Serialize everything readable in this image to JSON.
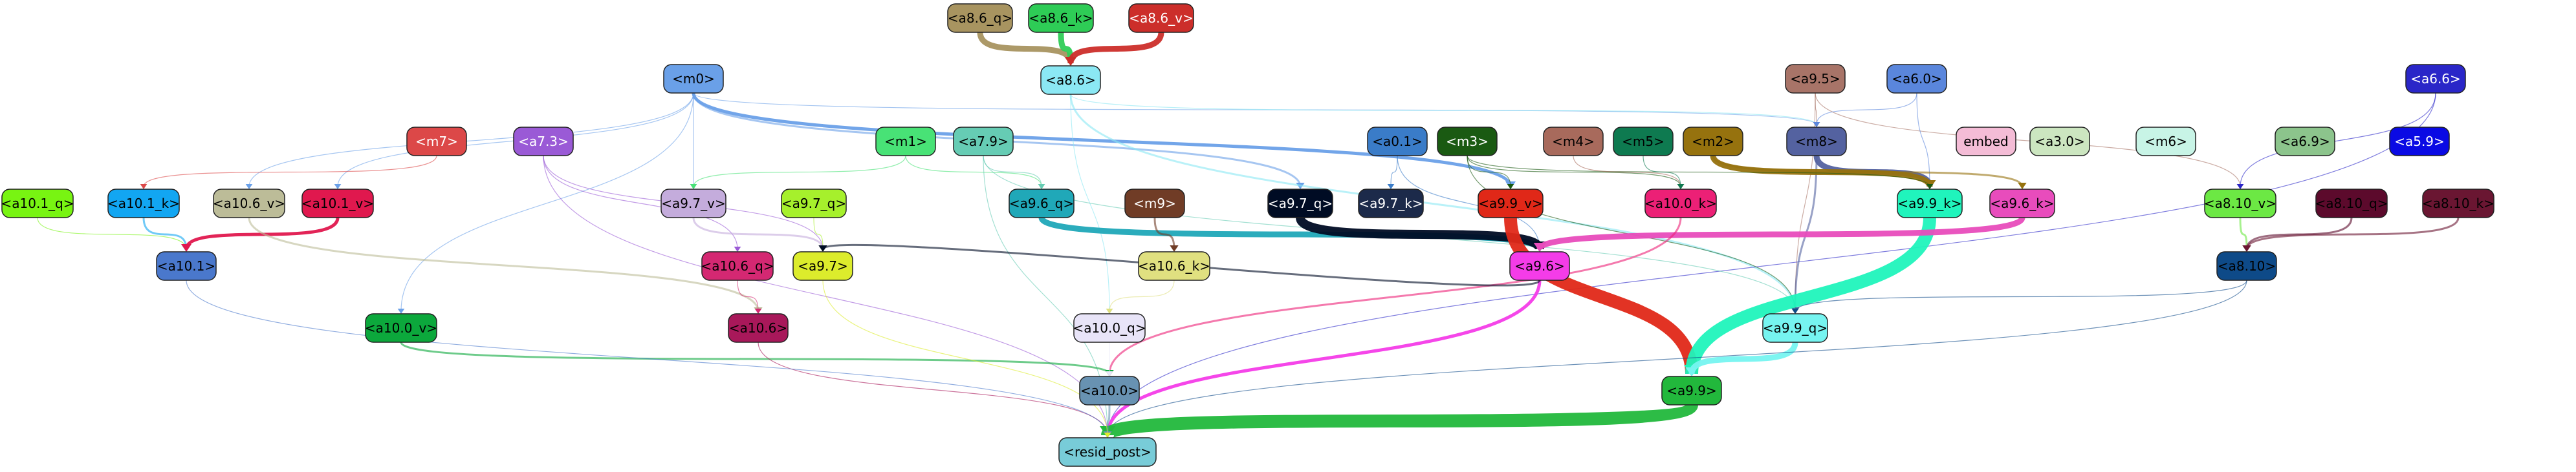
{
  "nodes": [
    {
      "id": "a8.6_q",
      "label": "<a8.6_q>",
      "fill": "#a89460",
      "text": "#000000"
    },
    {
      "id": "a8.6_k",
      "label": "<a8.6_k>",
      "fill": "#2ecc56",
      "text": "#000000"
    },
    {
      "id": "a8.6_v",
      "label": "<a8.6_v>",
      "fill": "#cc2e2a",
      "text": "#ffffff"
    },
    {
      "id": "a8.6",
      "label": "<a8.6>",
      "fill": "#8be8f4",
      "text": "#000000"
    },
    {
      "id": "m0",
      "label": "<m0>",
      "fill": "#6aa0e8",
      "text": "#000000"
    },
    {
      "id": "a9.5",
      "label": "<a9.5>",
      "fill": "#a87468",
      "text": "#000000"
    },
    {
      "id": "a6.0",
      "label": "<a6.0>",
      "fill": "#5a86dc",
      "text": "#000000"
    },
    {
      "id": "a6.6",
      "label": "<a6.6>",
      "fill": "#2a26c8",
      "text": "#ffffff"
    },
    {
      "id": "m7",
      "label": "<m7>",
      "fill": "#dc4848",
      "text": "#ffffff"
    },
    {
      "id": "a7.3",
      "label": "<a7.3>",
      "fill": "#9a5ad6",
      "text": "#ffffff"
    },
    {
      "id": "m1",
      "label": "<m1>",
      "fill": "#48e276",
      "text": "#000000"
    },
    {
      "id": "a7.9",
      "label": "<a7.9>",
      "fill": "#66ccb4",
      "text": "#000000"
    },
    {
      "id": "a0.1",
      "label": "<a0.1>",
      "fill": "#3a7cc8",
      "text": "#000000"
    },
    {
      "id": "m3",
      "label": "<m3>",
      "fill": "#1a5a12",
      "text": "#ffffff"
    },
    {
      "id": "m4",
      "label": "<m4>",
      "fill": "#a86a5c",
      "text": "#000000"
    },
    {
      "id": "m5",
      "label": "<m5>",
      "fill": "#0e7a50",
      "text": "#000000"
    },
    {
      "id": "m2",
      "label": "<m2>",
      "fill": "#96720e",
      "text": "#000000"
    },
    {
      "id": "m8",
      "label": "<m8>",
      "fill": "#5462a0",
      "text": "#000000"
    },
    {
      "id": "embed",
      "label": "embed",
      "fill": "#f4bcd6",
      "text": "#000000"
    },
    {
      "id": "a3.0",
      "label": "<a3.0>",
      "fill": "#cce6c0",
      "text": "#000000"
    },
    {
      "id": "m6",
      "label": "<m6>",
      "fill": "#c8f4e6",
      "text": "#000000"
    },
    {
      "id": "a6.9",
      "label": "<a6.9>",
      "fill": "#8cc48c",
      "text": "#000000"
    },
    {
      "id": "a5.9",
      "label": "<a5.9>",
      "fill": "#0a0ae4",
      "text": "#ffffff"
    },
    {
      "id": "a10.1_q",
      "label": "<a10.1_q>",
      "fill": "#78f412",
      "text": "#000000"
    },
    {
      "id": "a10.1_k",
      "label": "<a10.1_k>",
      "fill": "#12a6f2",
      "text": "#000000"
    },
    {
      "id": "a10.6_v",
      "label": "<a10.6_v>",
      "fill": "#bcbc98",
      "text": "#000000"
    },
    {
      "id": "a10.1_v",
      "label": "<a10.1_v>",
      "fill": "#e0184e",
      "text": "#000000"
    },
    {
      "id": "a9.7_v",
      "label": "<a9.7_v>",
      "fill": "#c4acdc",
      "text": "#000000"
    },
    {
      "id": "a9.7_q",
      "label": "<a9.7_q>",
      "fill": "#a6f02c",
      "text": "#000000"
    },
    {
      "id": "a9.6_q",
      "label": "<a9.6_q>",
      "fill": "#20a8b8",
      "text": "#000000"
    },
    {
      "id": "m9",
      "label": "<m9>",
      "fill": "#703c26",
      "text": "#ffffff"
    },
    {
      "id": "a9.7_q2",
      "label": "<a9.7_q>",
      "fill": "#000c24",
      "text": "#ffffff"
    },
    {
      "id": "a9.7_k",
      "label": "<a9.7_k>",
      "fill": "#1c2a4a",
      "text": "#ffffff"
    },
    {
      "id": "a9.9_v",
      "label": "<a9.9_v>",
      "fill": "#e02818",
      "text": "#000000"
    },
    {
      "id": "a10.0_k",
      "label": "<a10.0_k>",
      "fill": "#ec2076",
      "text": "#000000"
    },
    {
      "id": "a9.9_k",
      "label": "<a9.9_k>",
      "fill": "#20f4bc",
      "text": "#000000"
    },
    {
      "id": "a9.6_k",
      "label": "<a9.6_k>",
      "fill": "#e84cbc",
      "text": "#000000"
    },
    {
      "id": "a8.10_v",
      "label": "<a8.10_v>",
      "fill": "#6ce844",
      "text": "#000000"
    },
    {
      "id": "a8.10_q",
      "label": "<a8.10_q>",
      "fill": "#5c0a2c",
      "text": "#000000"
    },
    {
      "id": "a8.10_k",
      "label": "<a8.10_k>",
      "fill": "#6a1632",
      "text": "#000000"
    },
    {
      "id": "a10.1",
      "label": "<a10.1>",
      "fill": "#4a78cc",
      "text": "#000000"
    },
    {
      "id": "a10.6_q",
      "label": "<a10.6_q>",
      "fill": "#d42872",
      "text": "#000000"
    },
    {
      "id": "a9.7",
      "label": "<a9.7>",
      "fill": "#dcec2c",
      "text": "#000000"
    },
    {
      "id": "a10.6_k",
      "label": "<a10.6_k>",
      "fill": "#e0e080",
      "text": "#000000"
    },
    {
      "id": "a9.6",
      "label": "<a9.6>",
      "fill": "#f43ce8",
      "text": "#000000"
    },
    {
      "id": "a8.10",
      "label": "<a8.10>",
      "fill": "#0e4a88",
      "text": "#000000"
    },
    {
      "id": "a10.0_v",
      "label": "<a10.0_v>",
      "fill": "#0ca83c",
      "text": "#000000"
    },
    {
      "id": "a10.6",
      "label": "<a10.6>",
      "fill": "#a8185a",
      "text": "#000000"
    },
    {
      "id": "a10.0_q",
      "label": "<a10.0_q>",
      "fill": "#e8e4f8",
      "text": "#000000"
    },
    {
      "id": "a9.9_q",
      "label": "<a9.9_q>",
      "fill": "#76f4f0",
      "text": "#000000"
    },
    {
      "id": "a9.9",
      "label": "<a9.9>",
      "fill": "#22b83c",
      "text": "#000000"
    },
    {
      "id": "a10.0",
      "label": "<a10.0>",
      "fill": "#6892b2",
      "text": "#000000"
    },
    {
      "id": "resid_post",
      "label": "<resid_post>",
      "fill": "#78ccd8",
      "text": "#000000"
    }
  ],
  "edges": [
    {
      "from": "a8.6_q",
      "to": "a8.6",
      "color": "#a89460",
      "weight": 4
    },
    {
      "from": "a8.6_k",
      "to": "a8.6",
      "color": "#2ecc56",
      "weight": 4
    },
    {
      "from": "a8.6_v",
      "to": "a8.6",
      "color": "#cc2e2a",
      "weight": 4
    },
    {
      "from": "m0",
      "to": "a9.9_v",
      "color": "#6aa0e8",
      "weight": 3
    },
    {
      "from": "m0",
      "to": "a9.7_q2",
      "color": "#6aa0e8",
      "weight": 2
    },
    {
      "from": "m0",
      "to": "m8",
      "color": "#6aa0e8",
      "weight": 1
    },
    {
      "from": "m0",
      "to": "a10.0_v",
      "color": "#6aa0e8",
      "weight": 1
    },
    {
      "from": "m0",
      "to": "a10.1_v",
      "color": "#6aa0e8",
      "weight": 1
    },
    {
      "from": "m0",
      "to": "a10.6_v",
      "color": "#6aa0e8",
      "weight": 1
    },
    {
      "from": "m0",
      "to": "a9.7_v",
      "color": "#6aa0e8",
      "weight": 1
    },
    {
      "from": "a8.6",
      "to": "a9.9_q",
      "color": "#8be8f4",
      "weight": 2
    },
    {
      "from": "a8.6",
      "to": "m8",
      "color": "#8be8f4",
      "weight": 1
    },
    {
      "from": "a8.6",
      "to": "a10.0_q",
      "color": "#8be8f4",
      "weight": 1
    },
    {
      "from": "a9.5",
      "to": "a8.10_v",
      "color": "#a87468",
      "weight": 1
    },
    {
      "from": "a9.5",
      "to": "a9.9_q",
      "color": "#a87468",
      "weight": 1
    },
    {
      "from": "a9.5",
      "to": "m8",
      "color": "#a87468",
      "weight": 1
    },
    {
      "from": "a6.0",
      "to": "m8",
      "color": "#5a86dc",
      "weight": 1
    },
    {
      "from": "a6.0",
      "to": "a9.9_k",
      "color": "#5a86dc",
      "weight": 1
    },
    {
      "from": "a6.6",
      "to": "a8.10_v",
      "color": "#2a26c8",
      "weight": 1
    },
    {
      "from": "a6.6",
      "to": "resid_post",
      "color": "#2a26c8",
      "weight": 1
    },
    {
      "from": "m8",
      "to": "a9.9_k",
      "color": "#5462a0",
      "weight": 4
    },
    {
      "from": "m8",
      "to": "a9.9_q",
      "color": "#5462a0",
      "weight": 2
    },
    {
      "from": "m2",
      "to": "a9.9_k",
      "color": "#96720e",
      "weight": 4
    },
    {
      "from": "m2",
      "to": "a9.6_k",
      "color": "#96720e",
      "weight": 2
    },
    {
      "from": "m3",
      "to": "a9.9_q",
      "color": "#1a5a12",
      "weight": 1
    },
    {
      "from": "m3",
      "to": "a9.9_k",
      "color": "#1a5a12",
      "weight": 1
    },
    {
      "from": "m3",
      "to": "a10.0_k",
      "color": "#1a5a12",
      "weight": 1
    },
    {
      "from": "m3",
      "to": "a9.9_v",
      "color": "#1a5a12",
      "weight": 1
    },
    {
      "from": "m4",
      "to": "a10.0_k",
      "color": "#a86a5c",
      "weight": 1
    },
    {
      "from": "m5",
      "to": "a10.0_k",
      "color": "#0e7a50",
      "weight": 1
    },
    {
      "from": "a0.1",
      "to": "a9.7_k",
      "color": "#3a7cc8",
      "weight": 1
    },
    {
      "from": "a0.1",
      "to": "a9.6",
      "color": "#3a7cc8",
      "weight": 1
    },
    {
      "from": "m1",
      "to": "a9.6_q",
      "color": "#48e276",
      "weight": 1
    },
    {
      "from": "m1",
      "to": "a9.7_v",
      "color": "#48e276",
      "weight": 1
    },
    {
      "from": "a7.9",
      "to": "a9.6_q",
      "color": "#66ccb4",
      "weight": 1
    },
    {
      "from": "a7.9",
      "to": "a9.9_q",
      "color": "#66ccb4",
      "weight": 1
    },
    {
      "from": "a7.9",
      "to": "resid_post",
      "color": "#66ccb4",
      "weight": 1
    },
    {
      "from": "a7.3",
      "to": "a10.6_q",
      "color": "#9a5ad6",
      "weight": 1
    },
    {
      "from": "a7.3",
      "to": "a9.7",
      "color": "#9a5ad6",
      "weight": 1
    },
    {
      "from": "a7.3",
      "to": "resid_post",
      "color": "#9a5ad6",
      "weight": 1
    },
    {
      "from": "m7",
      "to": "a10.1_k",
      "color": "#dc4848",
      "weight": 1
    },
    {
      "from": "a10.1_q",
      "to": "a10.1",
      "color": "#78f412",
      "weight": 1
    },
    {
      "from": "a10.1_k",
      "to": "a10.1",
      "color": "#12a6f2",
      "weight": 2
    },
    {
      "from": "a10.1_v",
      "to": "a10.1",
      "color": "#e0184e",
      "weight": 3
    },
    {
      "from": "a10.6_v",
      "to": "a10.6",
      "color": "#bcbc98",
      "weight": 2
    },
    {
      "from": "a10.6_q",
      "to": "a10.6",
      "color": "#d42872",
      "weight": 1
    },
    {
      "from": "a9.7_v",
      "to": "a9.7",
      "color": "#c4acdc",
      "weight": 2
    },
    {
      "from": "a9.7_q",
      "to": "a9.7",
      "color": "#a6f02c",
      "weight": 1
    },
    {
      "from": "a9.6_q",
      "to": "a9.6",
      "color": "#20a8b8",
      "weight": 4
    },
    {
      "from": "a9.7_q2",
      "to": "a9.6",
      "color": "#000c24",
      "weight": 5
    },
    {
      "from": "a9.9_v",
      "to": "a9.9",
      "color": "#e02818",
      "weight": 6
    },
    {
      "from": "a9.9_k",
      "to": "a9.9",
      "color": "#20f4bc",
      "weight": 6
    },
    {
      "from": "a9.9_q",
      "to": "a9.9",
      "color": "#76f4f0",
      "weight": 4
    },
    {
      "from": "a9.6_k",
      "to": "a9.6",
      "color": "#e84cbc",
      "weight": 4
    },
    {
      "from": "a10.0_k",
      "to": "a10.0",
      "color": "#ec2076",
      "weight": 2
    },
    {
      "from": "m9",
      "to": "a10.6_k",
      "color": "#703c26",
      "weight": 2
    },
    {
      "from": "a8.10_v",
      "to": "a8.10",
      "color": "#6ce844",
      "weight": 2
    },
    {
      "from": "a8.10_q",
      "to": "a8.10",
      "color": "#5c0a2c",
      "weight": 2
    },
    {
      "from": "a8.10_k",
      "to": "a8.10",
      "color": "#6a1632",
      "weight": 2
    },
    {
      "from": "a8.10",
      "to": "a9.9_q",
      "color": "#0e4a88",
      "weight": 1
    },
    {
      "from": "a8.10",
      "to": "resid_post",
      "color": "#0e4a88",
      "weight": 1
    },
    {
      "from": "a9.6",
      "to": "resid_post",
      "color": "#f43ce8",
      "weight": 3
    },
    {
      "from": "a9.6",
      "to": "a9.7",
      "color": "#000c24",
      "weight": 2
    },
    {
      "from": "a10.0_v",
      "to": "a10.0",
      "color": "#0ca83c",
      "weight": 2
    },
    {
      "from": "a10.0_q",
      "to": "a10.0",
      "color": "#e8e4f8",
      "weight": 1
    },
    {
      "from": "a10.6",
      "to": "resid_post",
      "color": "#a8185a",
      "weight": 1
    },
    {
      "from": "a10.1",
      "to": "resid_post",
      "color": "#4a78cc",
      "weight": 1
    },
    {
      "from": "a9.9",
      "to": "resid_post",
      "color": "#22b83c",
      "weight": 6
    },
    {
      "from": "a10.0",
      "to": "resid_post",
      "color": "#6892b2",
      "weight": 2
    },
    {
      "from": "a9.7",
      "to": "resid_post",
      "color": "#dcec2c",
      "weight": 1
    },
    {
      "from": "a10.6_k",
      "to": "a10.0_q",
      "color": "#e0e080",
      "weight": 1
    }
  ]
}
